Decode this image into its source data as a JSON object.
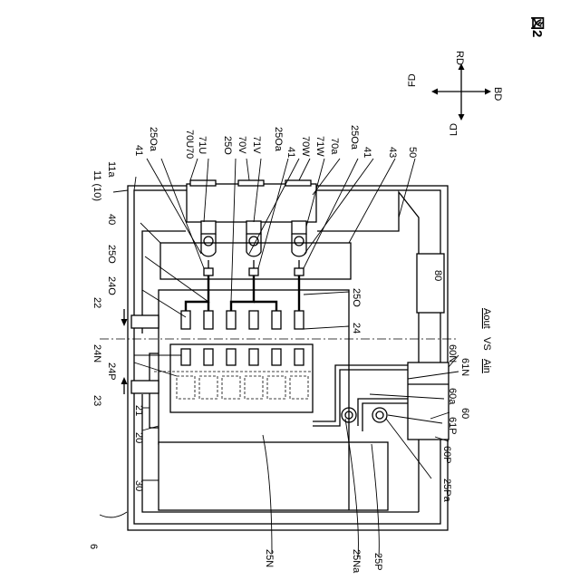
{
  "figure_title": "図2",
  "directions": {
    "fd": "FD",
    "rd": "RD",
    "bd": "BD",
    "ld": "LD"
  },
  "labels": {
    "l_6": "6",
    "l_30": "30",
    "l_20": "20",
    "l_21": "21",
    "l_23": "23",
    "l_24p": "24P",
    "l_24n": "24N",
    "l_22": "22",
    "l_24o": "24O",
    "l_25o_a": "25O",
    "l_40": "40",
    "l_11_10": "11 (10)",
    "l_11a": "11a",
    "l_41_a": "41",
    "l_25oa_a": "25Oa",
    "l_70": "70",
    "l_70u": "70U",
    "l_71u": "71U",
    "l_25o_top": "25O",
    "l_70v": "70V",
    "l_71v": "71V",
    "l_25oa_b": "25Oa",
    "l_41_b": "41",
    "l_70w": "70W",
    "l_71w": "71W",
    "l_70a": "70a",
    "l_25oa_c": "25Oa",
    "l_41_c": "41",
    "l_43": "43",
    "l_50": "50",
    "l_80": "80",
    "l_25o_b": "25O",
    "l_24": "24",
    "l_aout": "Aout",
    "l_vs": "VS",
    "l_ain": "Ain",
    "l_60n": "60N",
    "l_61n": "61N",
    "l_60a": "60a",
    "l_60": "60",
    "l_61p": "61P",
    "l_60p": "60P",
    "l_25pa": "25Pa",
    "l_25n": "25N",
    "l_25na": "25Na",
    "l_25p": "25P"
  }
}
